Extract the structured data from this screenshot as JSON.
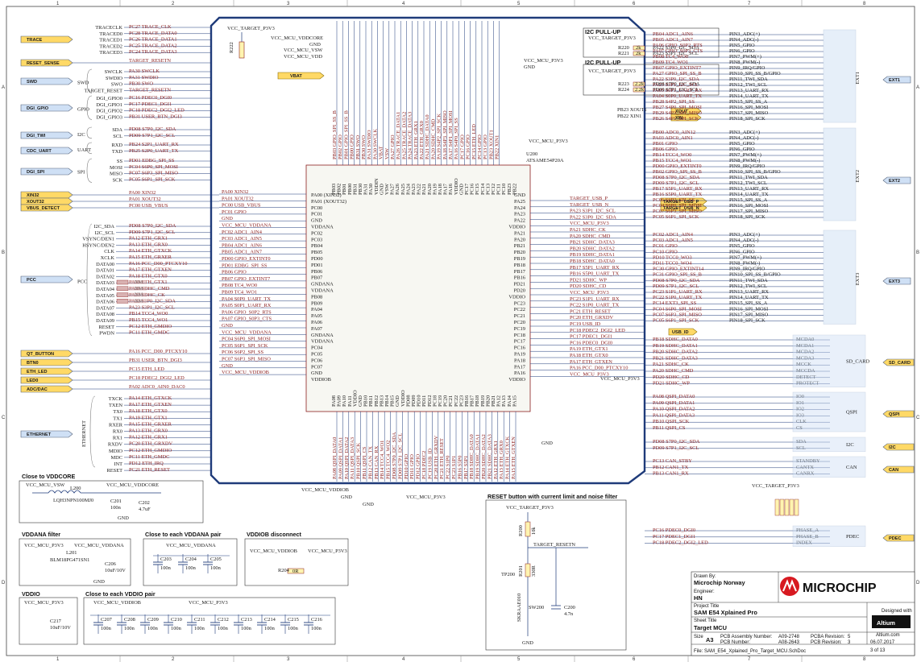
{
  "grid": {
    "cols": [
      "1",
      "2",
      "3",
      "4",
      "5",
      "6",
      "7",
      "8"
    ],
    "rows": [
      "A",
      "B",
      "C",
      "D"
    ]
  },
  "mcu": {
    "refdes": "U200",
    "part": "ATSAME54P20A",
    "top_pins": [
      "PB03",
      "PB02",
      "PB01",
      "PB00",
      "PB31",
      "PB30",
      "PA31",
      "PA30",
      "VDDIN",
      "GND",
      "VSW",
      "PA27",
      "PA26",
      "PA25",
      "PA24",
      "PA23",
      "PA22",
      "PA21",
      "PA20",
      "PA19",
      "PA18",
      "PA17",
      "PA16",
      "VDDIO",
      "GND",
      "PC17",
      "PC16",
      "PC15",
      "PC14",
      "PC13",
      "PC12",
      "PC11",
      "PC10",
      "PB23",
      "PB22"
    ],
    "bottom_pins": [
      "PA08",
      "PA09",
      "PA10",
      "PA11",
      "VDDIO",
      "GND",
      "PB10",
      "PB11",
      "PB12",
      "PB13",
      "PB14",
      "PB15",
      "GND",
      "VDDIO",
      "PD08",
      "PD09",
      "PD10",
      "PD11",
      "PD12",
      "PC18",
      "PC19",
      "PC20",
      "PC21",
      "PC22",
      "PC23",
      "PB16",
      "PB17",
      "PB18",
      "PB19",
      "PB20",
      "PB21",
      "PA12",
      "PA13",
      "PA14",
      "PA15"
    ],
    "left_pins": [
      "PA00 (XIN32)",
      "PA01 (XOUT32)",
      "PC00",
      "PC01",
      "GND",
      "VDDANA",
      "PC02",
      "PC03",
      "PB04",
      "PB05",
      "PD00",
      "PD01",
      "PB06",
      "PB07",
      "GNDANA",
      "VDDANA",
      "PB08",
      "PB09",
      "PA04",
      "PA05",
      "PA06",
      "PA07",
      "GNDANA",
      "VDDANA",
      "PC04",
      "PC05",
      "PC06",
      "PC07",
      "GND",
      "VDDIOB"
    ],
    "right_pins": [
      "GND",
      "PA25",
      "PA24",
      "PA23",
      "PA22",
      "VDDIO",
      "PA21",
      "PA20",
      "PB21",
      "PB20",
      "PB19",
      "PB18",
      "PB17",
      "PB16",
      "PD21",
      "PD20",
      "VDDIO",
      "PC23",
      "PC22",
      "PC21",
      "PC20",
      "PC19",
      "PC18",
      "PC17",
      "PC16",
      "PA19",
      "PA18",
      "PA17",
      "PA16",
      "VDDIO"
    ]
  },
  "top_nets": [
    "PB03 GPIO_SPI_SS_B",
    "PB02 GPIO",
    "PB01 GPIO_SPI_SS_B",
    "PB00 GPIO",
    "PB31 SWO",
    "PB30 SWO",
    "PA31 SWDIO",
    "PA30 SWCLK",
    "VBAT",
    "VSW",
    "PA27 GPIO",
    "PA26 TRACE_DATA1",
    "PA25 TRACE_DATA2",
    "PA24 TRACE_DATA3",
    "PA23 ETH_GRX1",
    "PA22 ETH_GRX0",
    "PA21 SDHC_DATA0",
    "PA20 SDHC_CMD",
    "PA19 S4P2_SPI_SCK",
    "PA18 S4P3_SPI_MISO",
    "PA17 S4P1_SPI_MOSI",
    "PA16 S4P0_SPI_SS",
    "PC17 GPIO",
    "PC16 GPIO",
    "PC15 ETH_LED",
    "PC14 GPIO",
    "PC13 GPIO",
    "PB23 XOUT1",
    "PB22 XIN1"
  ],
  "bottom_nets": [
    "PA08 QSPI_DATA0",
    "PA09 QSPI_DATA1",
    "PA10 QSPI_DATA2",
    "PA11 QSPI_DATA3",
    "PB10 QSPI_SCK",
    "PB11 QSPI_CS",
    "PB12 CAN_TX",
    "PB13 CAN_RX",
    "PB14 TCC4_WO1",
    "PB15 TCC4_WO2",
    "PD08 S7P0_I2C_SDA",
    "PD09 S7P1_I2C_SCL",
    "PD10 GPIO",
    "PD11 GPIO",
    "PD12 GPIO",
    "PC18 PDEC2",
    "PC19 USB_ID",
    "PC20 ETH_GRXDV",
    "PC21 ETH_RESET",
    "PC22 S1P0",
    "PC23 S1P1",
    "PB16 S5P0",
    "PB17 S5P1",
    "PB18 SDHC_DATA0",
    "PB19 SDHC_DATA1",
    "PB20 SDHC_DATA2",
    "PB21 SDHC_DATA3",
    "PA12 ETH_GRX1",
    "PA13 ETH_GRX0",
    "PA14 ETH_GTXCK",
    "PA15 ETH_GTXEN"
  ],
  "header_blocks": {
    "vcc_target": "VCC_TARGET_P3V3",
    "vcc_vddcore": "VCC_MCU_VDDCORE",
    "vcc_vsw": "VCC_MCU_VSW",
    "vcc_vdd": "VCC_MCU_VDD",
    "gnd": "GND",
    "vbat": "VBAT",
    "vcc_mcu_p3v3": "VCC_MCU_P3V3",
    "r_trace": "R222",
    "i2c_title_1": "I2C PULL-UP",
    "i2c_title_2": "I2C PULL-UP",
    "i2c1_net_sda": "PA22 S3P0_I2C_SDA",
    "i2c1_net_scl": "PA23 S3P1_I2C_SCL",
    "i2c1_r1": "R220",
    "i2c1_r2": "R221",
    "i2c1_val": "2k",
    "i2c2_net_sda": "PD08 S7P0_I2C_SDA",
    "i2c2_net_scl": "PD09 S7P1_I2C_SCL",
    "i2c2_r1": "R223",
    "i2c2_r2": "R224",
    "i2c2_val": "2.2k"
  },
  "left_ports": [
    {
      "label": "TRACE",
      "color": "#ffd966"
    },
    {
      "label": "RESET_SENSE",
      "color": "#ffd966"
    },
    {
      "label": "SWD",
      "color": "#cfe0f5"
    },
    {
      "label": "DGI_GPIO",
      "color": "#cfe0f5"
    },
    {
      "label": "DGI_TWI",
      "color": "#cfe0f5"
    },
    {
      "label": "CDC_UART",
      "color": "#cfe0f5"
    },
    {
      "label": "DGI_SPI",
      "color": "#cfe0f5"
    },
    {
      "label": "XIN32",
      "color": "#ffd966"
    },
    {
      "label": "XOUT32",
      "color": "#ffd966"
    },
    {
      "label": "VBUS_DETECT",
      "color": "#ffd966"
    },
    {
      "label": "PCC",
      "color": "#cfe0f5"
    },
    {
      "label": "QT_BUTTON",
      "color": "#ffd966"
    },
    {
      "label": "BTN0",
      "color": "#ffd966"
    },
    {
      "label": "ETH_LED",
      "color": "#ffd966"
    },
    {
      "label": "LED0",
      "color": "#ffd966"
    },
    {
      "label": "ADC/DAC",
      "color": "#ffd966"
    },
    {
      "label": "ETHERNET",
      "color": "#cfe0f5"
    }
  ],
  "trace_signals": [
    {
      "sig": "TRACECLK",
      "net": "PC27 TRACE_CLK"
    },
    {
      "sig": "TRACED0",
      "net": "PC28 TRACE_DATA0"
    },
    {
      "sig": "TRACED1",
      "net": "PC26 TRACE_DATA1"
    },
    {
      "sig": "TRACED2",
      "net": "PC25 TRACE_DATA2"
    },
    {
      "sig": "TRACED3",
      "net": "PC24 TRACE_DATA3"
    }
  ],
  "reset_net": "TARGET_RESETN",
  "swd_group": "SWD",
  "swd_signals": [
    {
      "sig": "SWCLK",
      "net": "PA30 SWCLK"
    },
    {
      "sig": "SWDIO",
      "net": "PA31 SWDIO"
    },
    {
      "sig": "SWO",
      "net": "PB30 SWO"
    },
    {
      "sig": "TARGET_RESET",
      "net": "TARGET_RESETN"
    }
  ],
  "gpio_group": "GPIO",
  "gpio_signals": [
    {
      "sig": "DGI_GPIO0",
      "net": "PC16 PDEC0_DGI0"
    },
    {
      "sig": "DGI_GPIO1",
      "net": "PC17 PDEC1_DGI1"
    },
    {
      "sig": "DGI_GPIO2",
      "net": "PC18 PDEC2_DGI2_LED"
    },
    {
      "sig": "DGI_GPIO3",
      "net": "PB31 USER_BTN_DGI3"
    }
  ],
  "i2c_group": "I2C",
  "i2c_signals": [
    {
      "sig": "SDA",
      "net": "PD08 S7P0_I2C_SDA"
    },
    {
      "sig": "SCL",
      "net": "PD09 S7P1_I2C_SCL"
    }
  ],
  "uart_group": "UART",
  "uart_signals": [
    {
      "sig": "RXD",
      "net": "PB24 S2P1_UART_RX"
    },
    {
      "sig": "TXD",
      "net": "PB25 S2P0_UART_TX"
    }
  ],
  "spi_group": "SPI",
  "spi_signals": [
    {
      "sig": "SS",
      "net": "PD01 EDBG_SPI_SS"
    },
    {
      "sig": "MOSI",
      "net": "PC04 S6P0_SPI_MOSI"
    },
    {
      "sig": "MISO",
      "net": "PC07 S6P3_SPI_MISO"
    },
    {
      "sig": "SCK",
      "net": "PC05 S6P1_SPI_SCK"
    }
  ],
  "xin_nets": [
    "PA00 XIN32",
    "PA01 XOUT32",
    "PC00 USB_VBUS"
  ],
  "pcc_group": "PCC",
  "pcc_signals": [
    {
      "sig": "I2C_SDA",
      "net": "PD08 S7P0_I2C_SDA"
    },
    {
      "sig": "I2C_SCL",
      "net": "PD09 S7P1_I2C_SCL"
    },
    {
      "sig": "VSYNC/DEN1",
      "net": "PA12 ETH_GRX1"
    },
    {
      "sig": "HSYNC/DEN2",
      "net": "PA13 ETH_GRX0"
    },
    {
      "sig": "CLK",
      "net": "PA14 ETH_GTXCK"
    },
    {
      "sig": "XCLK",
      "net": "PA15 ETH_GRXER"
    },
    {
      "sig": "DATA00",
      "net": "PA16 PCC_D00_PTCXY10"
    },
    {
      "sig": "DATA01",
      "net": "PA17 ETH_GTXEN"
    },
    {
      "sig": "DATA02",
      "net": "PA18 ETH_GTX0"
    },
    {
      "sig": "DATA03",
      "net": "PA19 ETH_GTX1"
    },
    {
      "sig": "DATA04",
      "net": "PA20 SDHC_CMD"
    },
    {
      "sig": "DATA05",
      "net": "PA21 SDHC_CK"
    },
    {
      "sig": "DATA06",
      "net": "PA22 S3P0_I2C_SDA"
    },
    {
      "sig": "DATA07",
      "net": "PA23 S3P1_I2C_SCL"
    },
    {
      "sig": "DATA08",
      "net": "PB14 TCC4_WO0"
    },
    {
      "sig": "DATA09",
      "net": "PB15 TCC4_WO1"
    },
    {
      "sig": "RESET",
      "net": "PC12 ETH_GMDIO"
    },
    {
      "sig": "PWDN",
      "net": "PC11 ETH_GMDC"
    }
  ],
  "nm_label": "NM",
  "btn_nets": [
    "PA16 PCC_D00_PTCXY10",
    "PB31 USER_BTN_DGI3",
    "PC15 ETH_LED",
    "PC18 PDEC2_DGI2_LED",
    "PA02 ADC0_AIN0_DAC0"
  ],
  "eth_group": "ETHERNET",
  "eth_signals": [
    {
      "sig": "TXCK",
      "net": "PA14 ETH_GTXCK"
    },
    {
      "sig": "TXEN",
      "net": "PA17 ETH_GTXEN"
    },
    {
      "sig": "TX0",
      "net": "PA18 ETH_GTX0"
    },
    {
      "sig": "TX1",
      "net": "PA19 ETH_GTX1"
    },
    {
      "sig": "RXER",
      "net": "PA15 ETH_GRXER"
    },
    {
      "sig": "RX0",
      "net": "PA13 ETH_GRX0"
    },
    {
      "sig": "RX1",
      "net": "PA12 ETH_GRX1"
    },
    {
      "sig": "RXDV",
      "net": "PC20 ETH_GRXDV"
    },
    {
      "sig": "MDIO",
      "net": "PC12 ETH_GMDIO"
    },
    {
      "sig": "MDC",
      "net": "PC11 ETH_GMDC"
    },
    {
      "sig": "INT",
      "net": "PD12 ETH_IRQ"
    },
    {
      "sig": "RESET",
      "net": "PC21 ETH_RESET"
    }
  ],
  "mid_left_nets": [
    "PA00 XIN32",
    "PA01 XOUT32",
    "PC00 USB_VBUS",
    "PC01 GPIO",
    "GND",
    "VCC_MCU_VDDANA",
    "PC02 ADC1_AIN4",
    "PC03 ADC1_AIN5",
    "PB04 ADC1_AIN6",
    "PB05 ADC1_AIN7",
    "PD00 GPIO_EXTINT0",
    "PD01 EDBG_SPI_SS",
    "PB06 GPIO",
    "PB07 GPIO_EXTINT7",
    "PB08 TC4_WO0",
    "PB09 TC4_WO1",
    "PA04 S0P0_UART_TX",
    "PA05 S0P1_UART_RX",
    "PA06 GPIO_S0P2_RTS",
    "PA07 GPIO_S0P3_CTS",
    "GND",
    "VCC_MCU_VDDANA",
    "PC04 S6P0_SPI_MOSI",
    "PC05 S6P1_SPI_SCK",
    "PC06 S6P2_SPI_SS",
    "PC07 S6P3_SPI_MISO",
    "GND",
    "VCC_MCU_VDDIOB"
  ],
  "mid_right_nets": [
    "TARGET_USB_P",
    "TARGET_USB_N",
    "PA23 S3P1_I2C_SCL",
    "PA22 S3P0_I2C_SDA",
    "VCC_MCU_P3V3",
    "PA21 SDHC_CK",
    "PA20 SDHC_CMD",
    "PB21 SDHC_DATA3",
    "PB20 SDHC_DATA2",
    "PB19 SDHC_DATA1",
    "PB18 SDHC_DATA0",
    "PB17 S5P1_UART_RX",
    "PB16 S5P0_UART_TX",
    "PD21 SDHC_WP",
    "PD20 SDHC_CD",
    "VCC_MCU_P3V3",
    "PC23 S1P1_UART_RX",
    "PC22 S1P0_UART_TX",
    "PC21 ETH_RESET",
    "PC20 ETH_GRXDV",
    "PC19 USB_ID",
    "PC18 PDEC2_DGI2_LED",
    "PC17 PDEC1_DGI1",
    "PC16 PDEC0_DGI0",
    "PA19 ETH_GTX1",
    "PA18 ETH_GTX0",
    "PA17 ETH_GTXEN",
    "PA16 PCC_D00_PTCXY10",
    "VCC_MCU_P3V3"
  ],
  "xtal_ports": {
    "xout": "XOUT",
    "xin": "XIN",
    "xout_net": "PB23 XOUT1",
    "xin_net": "PB22 XIN1"
  },
  "usb_ports": {
    "p": "TARGET_USB_P",
    "n": "TARGET_USB_N",
    "id": "USB_ID"
  },
  "ext1": {
    "port": "EXT1",
    "signals": [
      "PIN3_ADC(+)",
      "PIN4_ADC(-)",
      "PIN5_GPIO",
      "PIN6_GPIO",
      "PIN7_PWM(+)",
      "PIN8_PWM(-)",
      "PIN9_IRQ/GPIO",
      "PIN10_SPI_SS_B/GPIO",
      "PIN11_TWI_SDA",
      "PIN12_TWI_SCL",
      "PIN13_UART_RX",
      "PIN14_UART_TX",
      "PIN15_SPI_SS_A",
      "PIN16_SPI_MOSI",
      "PIN17_SPI_MISO",
      "PIN18_SPI_SCK"
    ],
    "nets": [
      "PB04 ADC1_AIN6",
      "PB05 ADC1_AIN7",
      "PA06 GPIO_S0P2_RTS",
      "PA07 GPIO_S0P3_CTS",
      "PB08 TC4_WO0",
      "PB09 TC4_WO1",
      "PB07 GPIO_EXTINT7",
      "PA27 GPIO_SPI_SS_B",
      "PA22 S3P0_I2C_SDA",
      "PA23 S3P1_I2C_SCL",
      "PA05 S0P1_UART_RX",
      "PA04 S0P0_UART_TX",
      "PB28 S4P2_SPI_SS",
      "PB27 S4P0_SPI_MOSI",
      "PB29 S4P3_SPI_MISO",
      "PB26 S4P1_SPI_SCK"
    ]
  },
  "ext2": {
    "port": "EXT2",
    "signals": [
      "PIN3_ADC(+)",
      "PIN4_ADC(-)",
      "PIN5_GPIO",
      "PIN6_GPIO",
      "PIN7_PWM(+)",
      "PIN8_PWM(-)",
      "PIN9_IRQ/GPIO",
      "PIN10_SPI_SS_B/GPIO",
      "PIN11_TWI_SDA",
      "PIN12_TWI_SCL",
      "PIN13_UART_RX",
      "PIN14_UART_TX",
      "PIN15_SPI_SS_A",
      "PIN16_SPI_MOSI",
      "PIN17_SPI_MISO",
      "PIN18_SPI_SCK"
    ],
    "nets": [
      "PB00 ADC0_AIN12",
      "PA03 ADC0_AIN1",
      "PB01 GPIO",
      "PB06 GPIO",
      "PB14 TCC4_WO0",
      "PB15 TCC4_WO1",
      "PD00 GPIO_EXTINT0",
      "PB02 GPIO_SPI_SS_B",
      "PD08 S7P0_I2C_SDA",
      "PD09 S7P1_I2C_SCL",
      "PB17 S5P1_UART_RX",
      "PB16 S5P0_UART_TX",
      "PC06 S6P2_SPI_SS",
      "PC04 S6P0_SPI_MOSI",
      "PC07 S6P3_SPI_MISO",
      "PC05 S6P1_SPI_SCK"
    ]
  },
  "ext3": {
    "port": "EXT3",
    "signals": [
      "PIN3_ADC(+)",
      "PIN4_ADC(-)",
      "PIN5_GPIO",
      "PIN6_GPIO",
      "PIN7_PWM(+)",
      "PIN8_PWM(-)",
      "PIN9_IRQ/GPIO",
      "PIN10_SPI_SS_B/GPIO",
      "PIN11_TWI_SDA",
      "PIN12_TWI_SCL",
      "PIN13_UART_RX",
      "PIN14_UART_TX",
      "PIN15_SPI_SS_A",
      "PIN16_SPI_MOSI",
      "PIN17_SPI_MISO",
      "PIN18_SPI_SCK"
    ],
    "nets": [
      "PC02 ADC1_AIN4",
      "PC03 ADC1_AIN5",
      "PC01 GPIO",
      "PC10 GPIO",
      "PD10 TCC0_WO3",
      "PD11 TCC0_WO4",
      "PC30 GPIO_EXTINT14",
      "PC31 GPIO_SPI_SS_B",
      "PD08 S7P0_I2C_SDA",
      "PD09 S7P1_I2C_SCL",
      "PC23 S1P1_UART_RX",
      "PC22 S1P0_UART_TX",
      "PC14 EXT3_SPI_SS",
      "PC04 S6P0_SPI_MOSI",
      "PC07 S6P3_SPI_MISO",
      "PC05 S6P1_SPI_SCK"
    ]
  },
  "sd_card": {
    "port": "SD_CARD",
    "signals": [
      "MCDA0",
      "MCDA1",
      "MCDA2",
      "MCDA3",
      "MCCK",
      "MCCDA",
      "DETECT",
      "PROTECT"
    ],
    "nets": [
      "PB18 SDHC_DATA0",
      "PB19 SDHC_DATA1",
      "PB20 SDHC_DATA2",
      "PB21 SDHC_DATA3",
      "PA21 SDHC_CK",
      "PA20 SDHC_CMD",
      "PD20 SDHC_CD",
      "PD21 SDHC_WP"
    ]
  },
  "qspi": {
    "port": "QSPI",
    "signals": [
      "IO0",
      "IO1",
      "IO2",
      "IO3",
      "CLK",
      "CS"
    ],
    "nets": [
      "PA08 QSPI_DATA0",
      "PA09 QSPI_DATA1",
      "PA10 QSPI_DATA2",
      "PA11 QSPI_DATA3",
      "PB10 QSPI_SCK",
      "PB11 QSPI_CS"
    ]
  },
  "i2c_port": {
    "port": "I2C",
    "signals": [
      "SDA",
      "SCL"
    ],
    "nets": [
      "PD08 S7P0_I2C_SDA",
      "PD09 S7P1_I2C_SCL"
    ]
  },
  "can": {
    "port": "CAN",
    "signals": [
      "STANDBY",
      "CANTX",
      "CANRX"
    ],
    "nets": [
      "PC13 CAN_STBY",
      "PB12 CAN1_TX",
      "PB13 CAN1_RX"
    ]
  },
  "pdec": {
    "port": "PDEC",
    "signals": [
      "PHASE_A",
      "PHASE_B",
      "INDEX"
    ],
    "nets": [
      "PC16 PDEC0_DGI0",
      "PC17 PDEC1_DGI1",
      "PC18 PDEC2_DGI2_LED"
    ],
    "supply": "VCC_TARGET_P3V3"
  },
  "vddcore": {
    "title": "Close to VDDCORE",
    "vsw": "VCC_MCU_VSW",
    "vddcore": "VCC_MCU_VDDCORE",
    "l": "L200",
    "lpart": "LQH3NPN100MJ0",
    "c1": "C201",
    "c1v": "100n",
    "c2": "C202",
    "c2v": "4.7uF",
    "gnd": "GND"
  },
  "vddana": {
    "title": "VDDANA filter",
    "in": "VCC_MCU_P3V3",
    "out": "VCC_MCU_VDDANA",
    "l": "L201",
    "lpart": "BLM18PG471SN1",
    "c": "C206",
    "cv": "10uF/10V",
    "gnd": "GND"
  },
  "vddana_pair": {
    "title": "Close to each VDDANA pair",
    "net": "VCC_MCU_VDDANA",
    "caps": [
      "C203",
      "C204",
      "C205"
    ],
    "val": "100n"
  },
  "vddiob": {
    "title": "VDDIOB disconnect",
    "a": "VCC_MCU_VDDIOB",
    "b": "VCC_MCU_P3V3",
    "r": "R204",
    "rv": "0R"
  },
  "vddio": {
    "title": "VDDIO",
    "net": "VCC_MCU_P3V3",
    "c": "C217",
    "cv": "10uF/10V"
  },
  "vddio_pair": {
    "title": "Close to each VDDIO pair",
    "net1": "VCC_MCU_VDDIOB",
    "net2": "VCC_MCU_P3V3",
    "caps": [
      "C207",
      "C208",
      "C209",
      "C210",
      "C211",
      "C212",
      "C213",
      "C214",
      "C215",
      "C216"
    ],
    "val": "100n"
  },
  "reset": {
    "title": "RESET button with current limit and noise filter",
    "supply": "VCC_TARGET_P3V3",
    "r1": "R200",
    "r1v": "10k",
    "net": "TARGET_RESETN",
    "r2": "R201",
    "r2v": "330R",
    "tp": "TP200",
    "sw": "SW200",
    "swpart": "SKRAAE010",
    "c": "C200",
    "cv": "4.7n",
    "gnd": "GND"
  },
  "bottom_power": {
    "vddiob": "VCC_MCU_VDDIOB",
    "p3v3": "VCC_MCU_P3V3",
    "gnd": "GND"
  },
  "title_block": {
    "drawn_by_label": "Drawn By:",
    "drawn_by": "Microchip Norway",
    "engineer_label": "Engineer:",
    "engineer": "HN",
    "project_label": "Project Title",
    "project": "SAM E54 Xplained Pro",
    "sheet_label": "Sheet Title",
    "sheet": "Target MCU",
    "size_label": "Size",
    "size": "A3",
    "pcba_label": "PCB Assembly Number:",
    "pcba": "A09-2748",
    "pcb_label": "PCB Number:",
    "pcb": "A08-2643",
    "pcba_rev_label": "PCBA Revision:",
    "pcba_rev": "5",
    "pcb_rev_label": "PCB Revision:",
    "pcb_rev": "3",
    "date": "06.07.2017",
    "sheet_no": "3 of 13",
    "file": "File: SAM_E54_Xplained_Pro_Target_MCU.SchDoc",
    "logo": "MICROCHIP",
    "designed": "Designed with",
    "altium": "Altium",
    "altium_url": "Altium.com"
  }
}
